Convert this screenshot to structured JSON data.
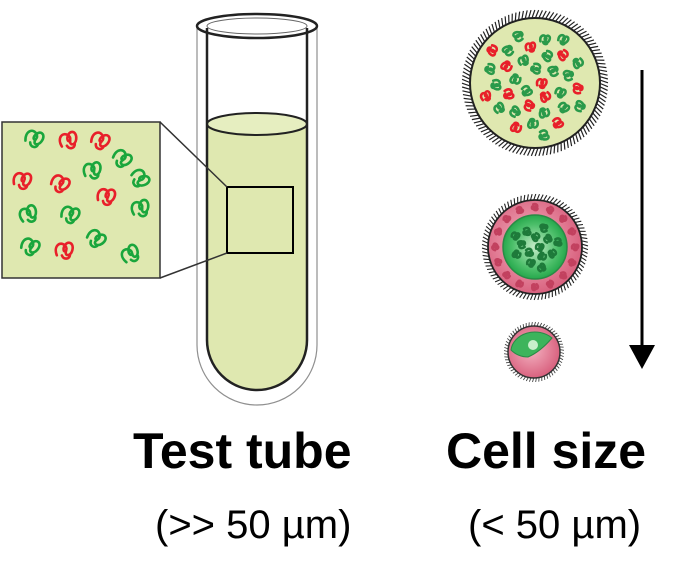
{
  "labels": {
    "test_tube_title": "Test tube",
    "test_tube_size": "(>> 50 µm)",
    "cell_size_title": "Cell size",
    "cell_size_range": "(< 50 µm)"
  },
  "colors": {
    "solution_fill": "#dfe8b0",
    "molecule_green": "#1aa63c",
    "molecule_red": "#e8202a",
    "membrane_pink": "#e27d94",
    "core_green": "#36b45a",
    "outline": "#000000"
  },
  "icons": {
    "test_tube": "test-tube-icon",
    "magnified_view": "magnifier-inset",
    "arrow": "arrow-down-icon"
  }
}
